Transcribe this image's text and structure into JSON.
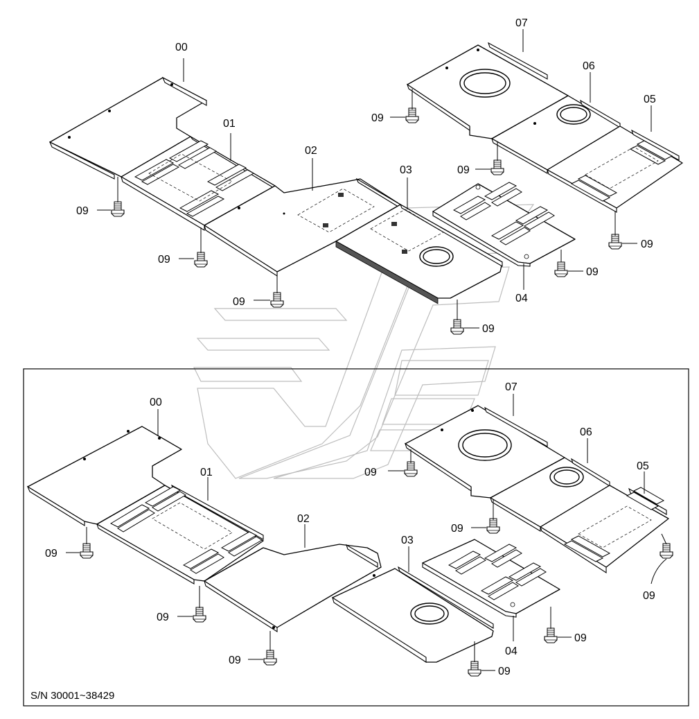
{
  "upper_callouts": {
    "p00": "00",
    "p01": "01",
    "p02": "02",
    "p03": "03",
    "p04": "04",
    "p05": "05",
    "p06": "06",
    "p07": "07",
    "b1": "09",
    "b2": "09",
    "b3": "09",
    "b4": "09",
    "b5": "09",
    "b6": "09",
    "b7": "09",
    "b8": "09"
  },
  "lower_callouts": {
    "p00": "00",
    "p01": "01",
    "p02": "02",
    "p03": "03",
    "p04": "04",
    "p05": "05",
    "p06": "06",
    "p07": "07",
    "b1": "09",
    "b2": "09",
    "b3": "09",
    "b4": "09",
    "b5": "09",
    "b6": "09",
    "b7": "09",
    "b8": "09"
  },
  "serial_note": "S/N  30001~38429",
  "icons": [
    "bolt-icon",
    "plate",
    "watermark-logo"
  ]
}
